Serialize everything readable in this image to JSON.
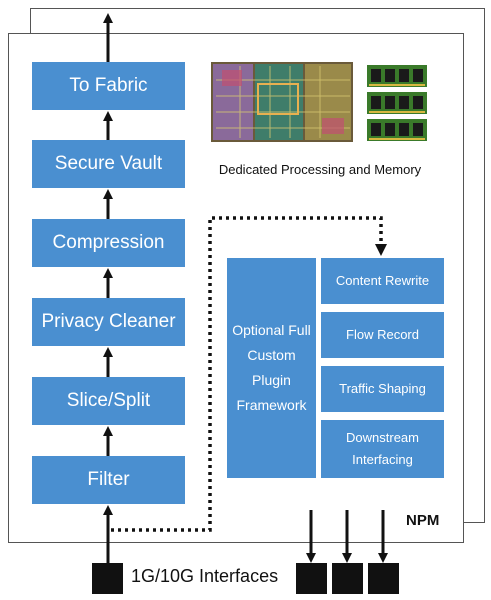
{
  "pipeline": {
    "stages": [
      "To Fabric",
      "Secure Vault",
      "Compression",
      "Privacy Cleaner",
      "Slice/Split",
      "Filter"
    ]
  },
  "hardware": {
    "caption": "Dedicated Processing and Memory",
    "chip_icon": "processor-die-icon",
    "memory_icon": "memory-modules-icon"
  },
  "plugin": {
    "framework_label": "Optional Full Custom Plugin Framework",
    "modules": [
      "Content Rewrite",
      "Flow Record",
      "Traffic Shaping",
      "Downstream Interfacing"
    ]
  },
  "device": {
    "name": "NPM",
    "interfaces_label": "1G/10G Interfaces"
  },
  "colors": {
    "block_fill": "#4a8fd0",
    "block_text": "#ffffff",
    "border": "#555555",
    "arrow": "#111111"
  }
}
